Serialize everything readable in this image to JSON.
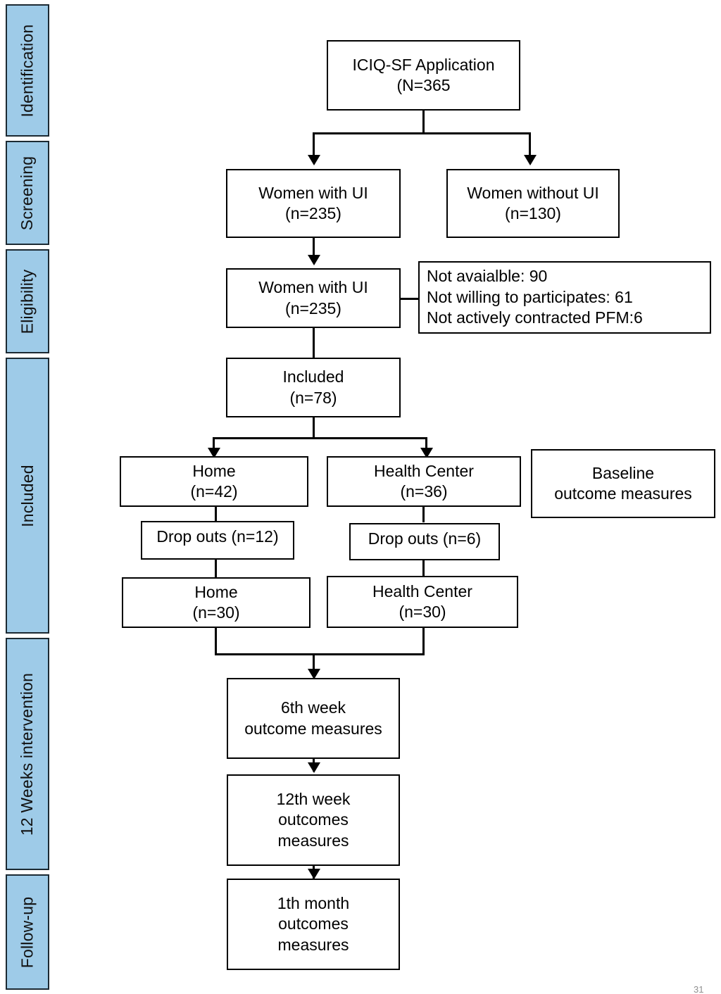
{
  "diagram": {
    "title": "CONSORT-style participant flow diagram",
    "accent_color": "#9ecbe8",
    "line_color": "#000000"
  },
  "stages": [
    {
      "id": "identification",
      "label": "Identification"
    },
    {
      "id": "screening",
      "label": "Screening"
    },
    {
      "id": "eligibility",
      "label": "Eligibility"
    },
    {
      "id": "included",
      "label": "Included"
    },
    {
      "id": "intervention",
      "label": "12 Weeks intervention"
    },
    {
      "id": "followup",
      "label": "Follow-up"
    }
  ],
  "nodes": {
    "iciq_application": {
      "line1": "ICIQ-SF Application",
      "line2": "(N=365"
    },
    "women_with_ui_1": {
      "line1": "Women with UI",
      "line2": "(n=235)"
    },
    "women_without_ui": {
      "line1": "Women without UI",
      "line2": "(n=130)"
    },
    "women_with_ui_2": {
      "line1": "Women with UI",
      "line2": "(n=235)"
    },
    "exclusions": {
      "line1": "Not avaialble: 90",
      "line2": "Not willing to participates: 61",
      "line3": "Not actively contracted PFM:6"
    },
    "included": {
      "line1": "Included",
      "line2": "(n=78)"
    },
    "home_42": {
      "line1": "Home",
      "line2": "(n=42)"
    },
    "health_center_36": {
      "line1": "Health Center",
      "line2": "(n=36)"
    },
    "baseline_measures": {
      "line1": "Baseline",
      "line2": "outcome measures"
    },
    "dropouts_home": {
      "line1": "Drop outs (n=12)"
    },
    "dropouts_health": {
      "line1": "Drop outs (n=6)"
    },
    "home_30": {
      "line1": "Home",
      "line2": "(n=30)"
    },
    "health_center_30": {
      "line1": "Health Center",
      "line2": "(n=30)"
    },
    "week6_measures": {
      "line1": "6th week",
      "line2": "outcome measures"
    },
    "week12_measures": {
      "line1": "12th week",
      "line2": "outcomes",
      "line3": "measures"
    },
    "month1_measures": {
      "line1": "1th month",
      "line2": "outcomes",
      "line3": "measures"
    }
  },
  "footer": {
    "page_number": "31"
  }
}
